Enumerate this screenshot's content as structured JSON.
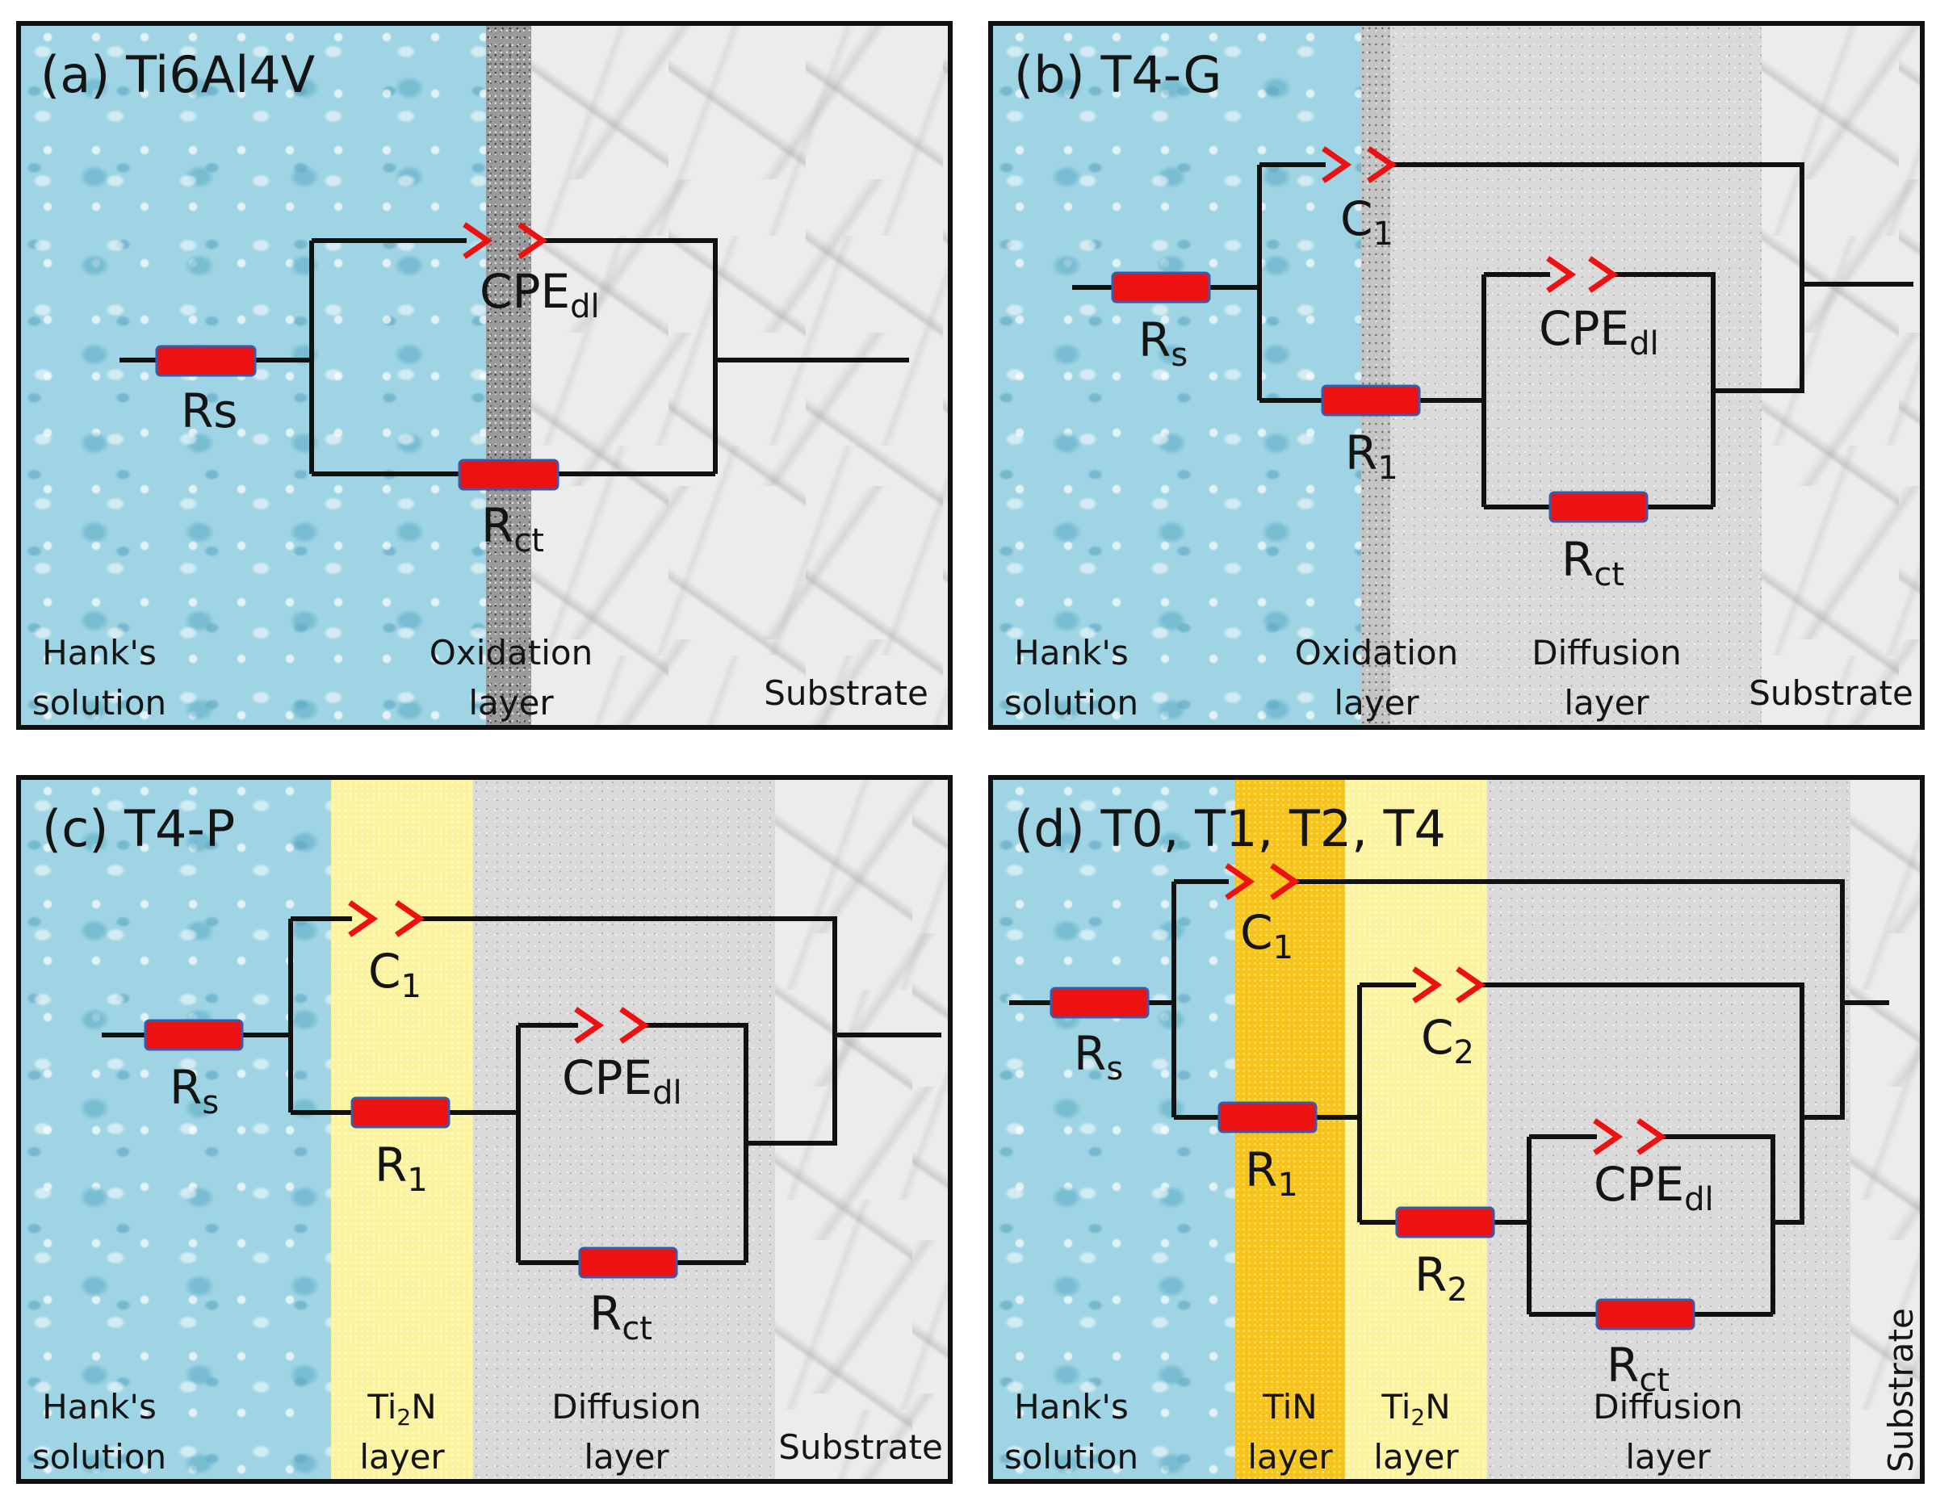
{
  "colors": {
    "resistor_fill": "#ee1111",
    "resistor_outline": "#3b5aa8",
    "capacitor": "#ee1111",
    "wire": "#111111",
    "solution": "#9ed4e4",
    "ti2n_layer": "#fbf39d",
    "tin_layer": "#f6c41a",
    "diffusion_layer": "#dadada",
    "substrate": "#ececec"
  },
  "panels": [
    {
      "id": "a",
      "title": "(a)  Ti6Al4V",
      "components": {
        "rs": [
          "Rs"
        ],
        "cpe": [
          "CPE",
          "dl"
        ],
        "rct": [
          "R",
          "ct"
        ]
      },
      "regions": {
        "solution": [
          "Hank's",
          "solution"
        ],
        "oxidation": [
          "Oxidation",
          "layer"
        ],
        "substrate": "Substrate"
      }
    },
    {
      "id": "b",
      "title": "(b)  T4-G",
      "components": {
        "rs": [
          "R",
          "s"
        ],
        "c1": [
          "C",
          "1"
        ],
        "r1": [
          "R",
          "1"
        ],
        "cpe": [
          "CPE",
          "dl"
        ],
        "rct": [
          "R",
          "ct"
        ]
      },
      "regions": {
        "solution": [
          "Hank's",
          "solution"
        ],
        "oxidation": [
          "Oxidation",
          "layer"
        ],
        "diffusion": [
          "Diffusion",
          "layer"
        ],
        "substrate": "Substrate"
      }
    },
    {
      "id": "c",
      "title": "(c)  T4-P",
      "components": {
        "rs": [
          "R",
          "s"
        ],
        "c1": [
          "C",
          "1"
        ],
        "r1": [
          "R",
          "1"
        ],
        "cpe": [
          "CPE",
          "dl"
        ],
        "rct": [
          "R",
          "ct"
        ]
      },
      "regions": {
        "solution": [
          "Hank's",
          "solution"
        ],
        "ti2n": [
          "Ti",
          "2",
          "N",
          "layer"
        ],
        "diffusion": [
          "Diffusion",
          "layer"
        ],
        "substrate": "Substrate"
      }
    },
    {
      "id": "d",
      "title": "(d)  T0, T1, T2, T4",
      "components": {
        "rs": [
          "R",
          "s"
        ],
        "c1": [
          "C",
          "1"
        ],
        "r1": [
          "R",
          "1"
        ],
        "c2": [
          "C",
          "2"
        ],
        "r2": [
          "R",
          "2"
        ],
        "cpe": [
          "CPE",
          "dl"
        ],
        "rct": [
          "R",
          "ct"
        ]
      },
      "regions": {
        "solution": [
          "Hank's",
          "solution"
        ],
        "tin": [
          "TiN",
          "layer"
        ],
        "ti2n": [
          "Ti",
          "2",
          "N",
          "layer"
        ],
        "diffusion": [
          "Diffusion",
          "layer"
        ],
        "substrate": "Substrate"
      }
    }
  ]
}
